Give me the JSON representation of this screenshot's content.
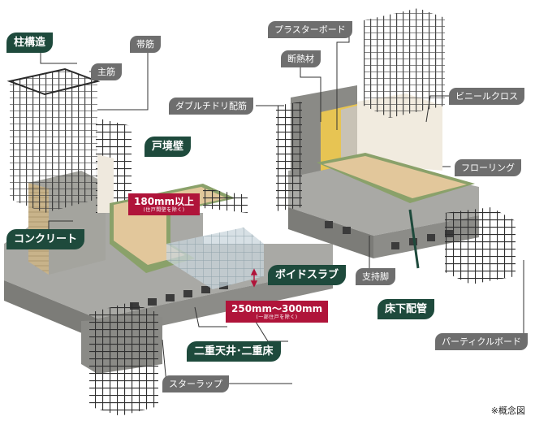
{
  "labels": {
    "column_structure": "柱構造",
    "main_rebar": "主筋",
    "hoop": "帯筋",
    "party_wall": "戸境壁",
    "concrete": "コンクリート",
    "wall_thickness": "180mm以上",
    "wall_thickness_note": "(住戸間壁を除く)",
    "void_slab": "ボイドスラブ",
    "slab_thickness": "250mm～300mm",
    "slab_thickness_note": "(一部住戸を除く)",
    "double_ceiling_floor": "二重天井･二重床",
    "stirrup": "スターラップ",
    "plaster_board": "プラスターボード",
    "insulation": "断熱材",
    "double_zigzag": "ダブルチドリ配筋",
    "vinyl_cloth": "ビニールクロス",
    "flooring": "フローリング",
    "support_leg": "支持脚",
    "underfloor_piping": "床下配管",
    "particle_board": "パーティクルボード",
    "concept_note": "※概念図"
  },
  "colors": {
    "green_label": "#1e4a3c",
    "gray_label": "#6e6e6e",
    "red_label": "#b0143a",
    "concrete": "#9a9a96",
    "rebar": "#3a3a3a",
    "floor_wood": "#e2c79b",
    "mat_green": "#8aa16a",
    "insulation_yellow": "#e7c453",
    "wall_cream": "#f1ebdf"
  }
}
